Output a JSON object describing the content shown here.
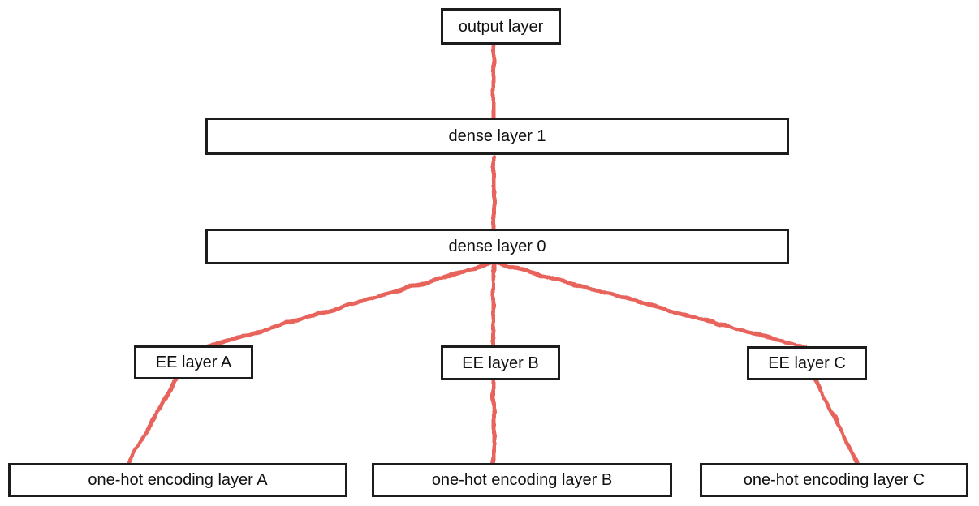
{
  "diagram": {
    "type": "network-architecture-flow-diagram",
    "nodes": [
      {
        "id": "output",
        "label": "output layer"
      },
      {
        "id": "dense1",
        "label": "dense layer 1"
      },
      {
        "id": "dense0",
        "label": "dense layer 0"
      },
      {
        "id": "eeA",
        "label": "EE layer A"
      },
      {
        "id": "eeB",
        "label": "EE layer B"
      },
      {
        "id": "eeC",
        "label": "EE layer C"
      },
      {
        "id": "onehotA",
        "label": "one-hot encoding layer A"
      },
      {
        "id": "onehotB",
        "label": "one-hot encoding layer B"
      },
      {
        "id": "onehotC",
        "label": "one-hot encoding layer C"
      }
    ],
    "edges": [
      {
        "from": "dense1",
        "to": "output"
      },
      {
        "from": "dense0",
        "to": "dense1"
      },
      {
        "from": "eeA",
        "to": "dense0"
      },
      {
        "from": "eeB",
        "to": "dense0"
      },
      {
        "from": "eeC",
        "to": "dense0"
      },
      {
        "from": "onehotA",
        "to": "eeA"
      },
      {
        "from": "onehotB",
        "to": "eeB"
      },
      {
        "from": "onehotC",
        "to": "eeC"
      }
    ],
    "colors": {
      "edge": "#e8645b",
      "node_border": "#1c1c1c",
      "node_fill": "#ffffff",
      "text": "#111111",
      "background": "#ffffff"
    },
    "edge_style": "hand-drawn sketchy lines, no arrowheads"
  }
}
